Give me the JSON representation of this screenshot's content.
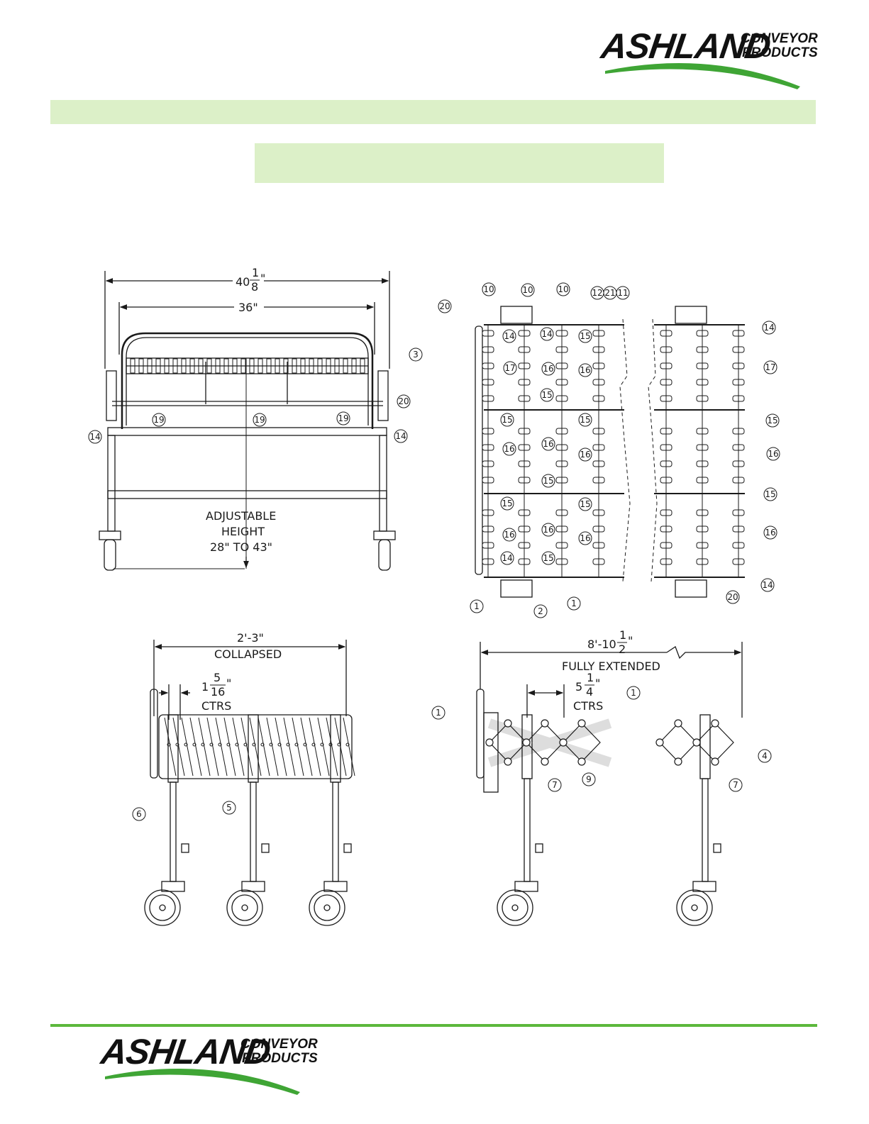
{
  "logo": {
    "word": "ASHLAND",
    "line1": "CONVEYOR",
    "line2": "PRODUCTS",
    "accent": "#3fa535"
  },
  "colors": {
    "band": "#dcf0c8",
    "rule": "#5cb83c",
    "ink": "#1a1a1a"
  },
  "front_view": {
    "overall_whole": "40",
    "overall_num": "1",
    "overall_den": "8",
    "overall_unit": "\"",
    "inner_width": "36\"",
    "adjustable_1": "ADJUSTABLE",
    "adjustable_2": "HEIGHT",
    "adjustable_3": "28\"  TO 43\""
  },
  "collapsed_view": {
    "length": "2'-3\"",
    "length_label": "COLLAPSED",
    "ctrs_whole": "1",
    "ctrs_num": "5",
    "ctrs_den": "16",
    "ctrs_unit": "\"",
    "ctrs_label": "CTRS"
  },
  "extended_view": {
    "length_whole": "8'-10",
    "length_num": "1",
    "length_den": "2",
    "length_unit": "\"",
    "length_label": "FULLY EXTENDED",
    "ctrs_whole": "5",
    "ctrs_num": "1",
    "ctrs_den": "4",
    "ctrs_unit": "\"",
    "ctrs_label": "CTRS"
  },
  "balloons": {
    "b1": "1",
    "b2": "2",
    "b3": "3",
    "b4": "4",
    "b5": "5",
    "b6": "6",
    "b7": "7",
    "b9": "9",
    "b10": "10",
    "b11": "11",
    "b12": "12",
    "b14": "14",
    "b15": "15",
    "b16": "16",
    "b17": "17",
    "b19": "19",
    "b20": "20",
    "b21": "21"
  }
}
